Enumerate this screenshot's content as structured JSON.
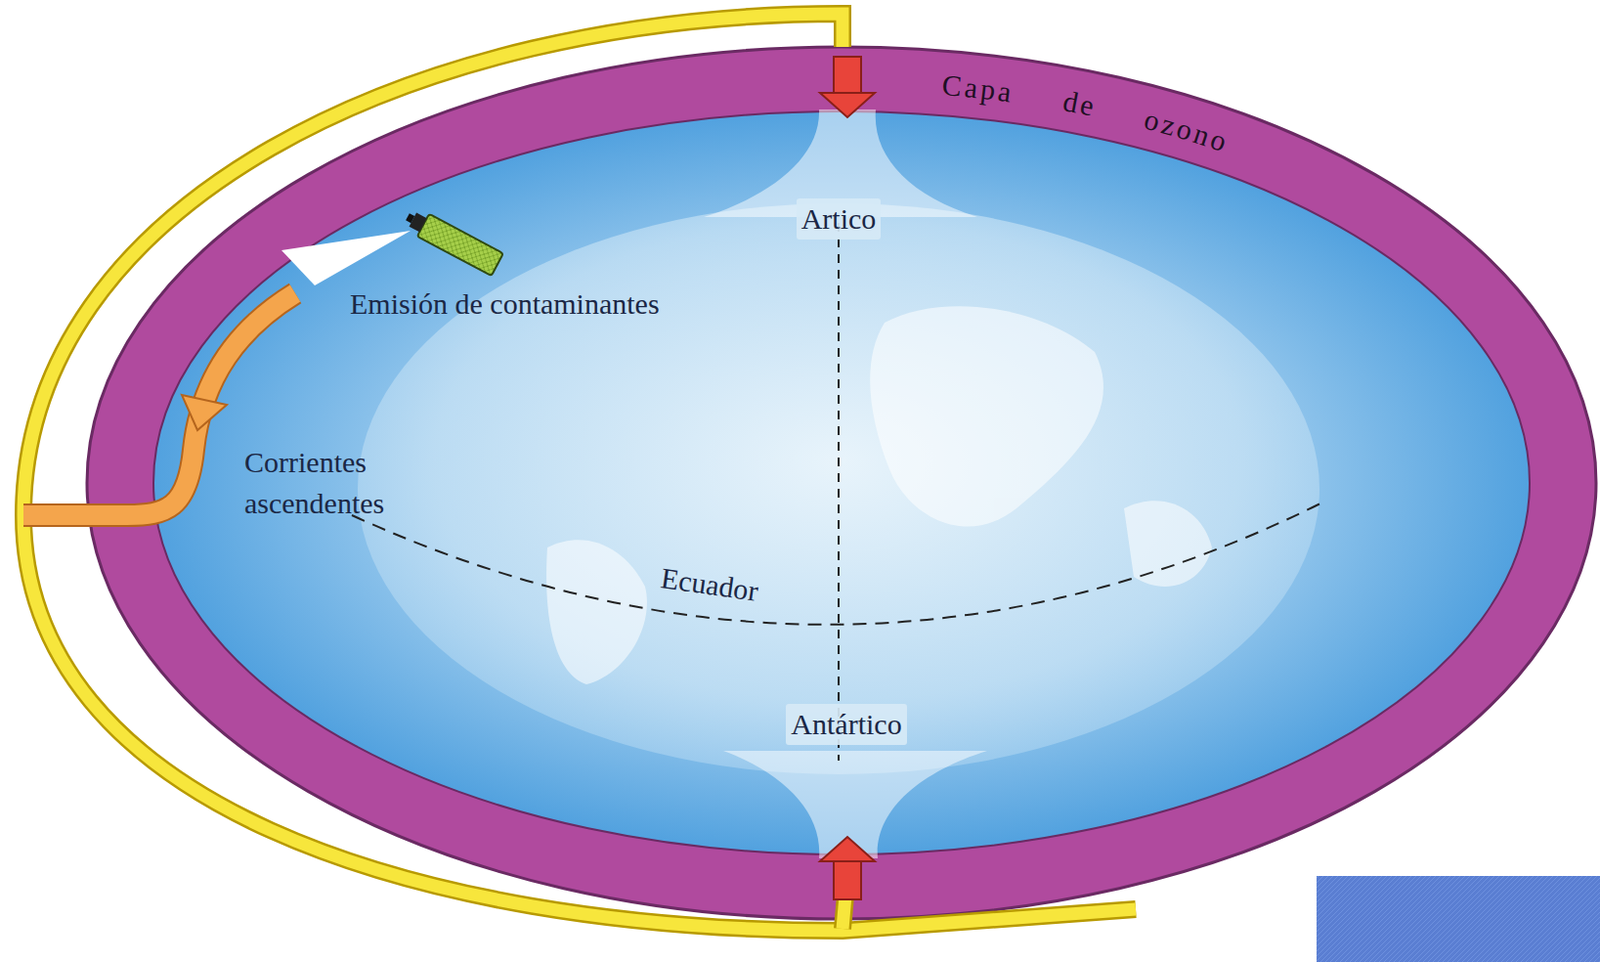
{
  "diagram": {
    "labels": [
      "Capa de ozono",
      "Artico",
      "Emisión de contaminantes",
      "Corrientes ascendentes",
      "Ecuador",
      "Antártico"
    ]
  }
}
